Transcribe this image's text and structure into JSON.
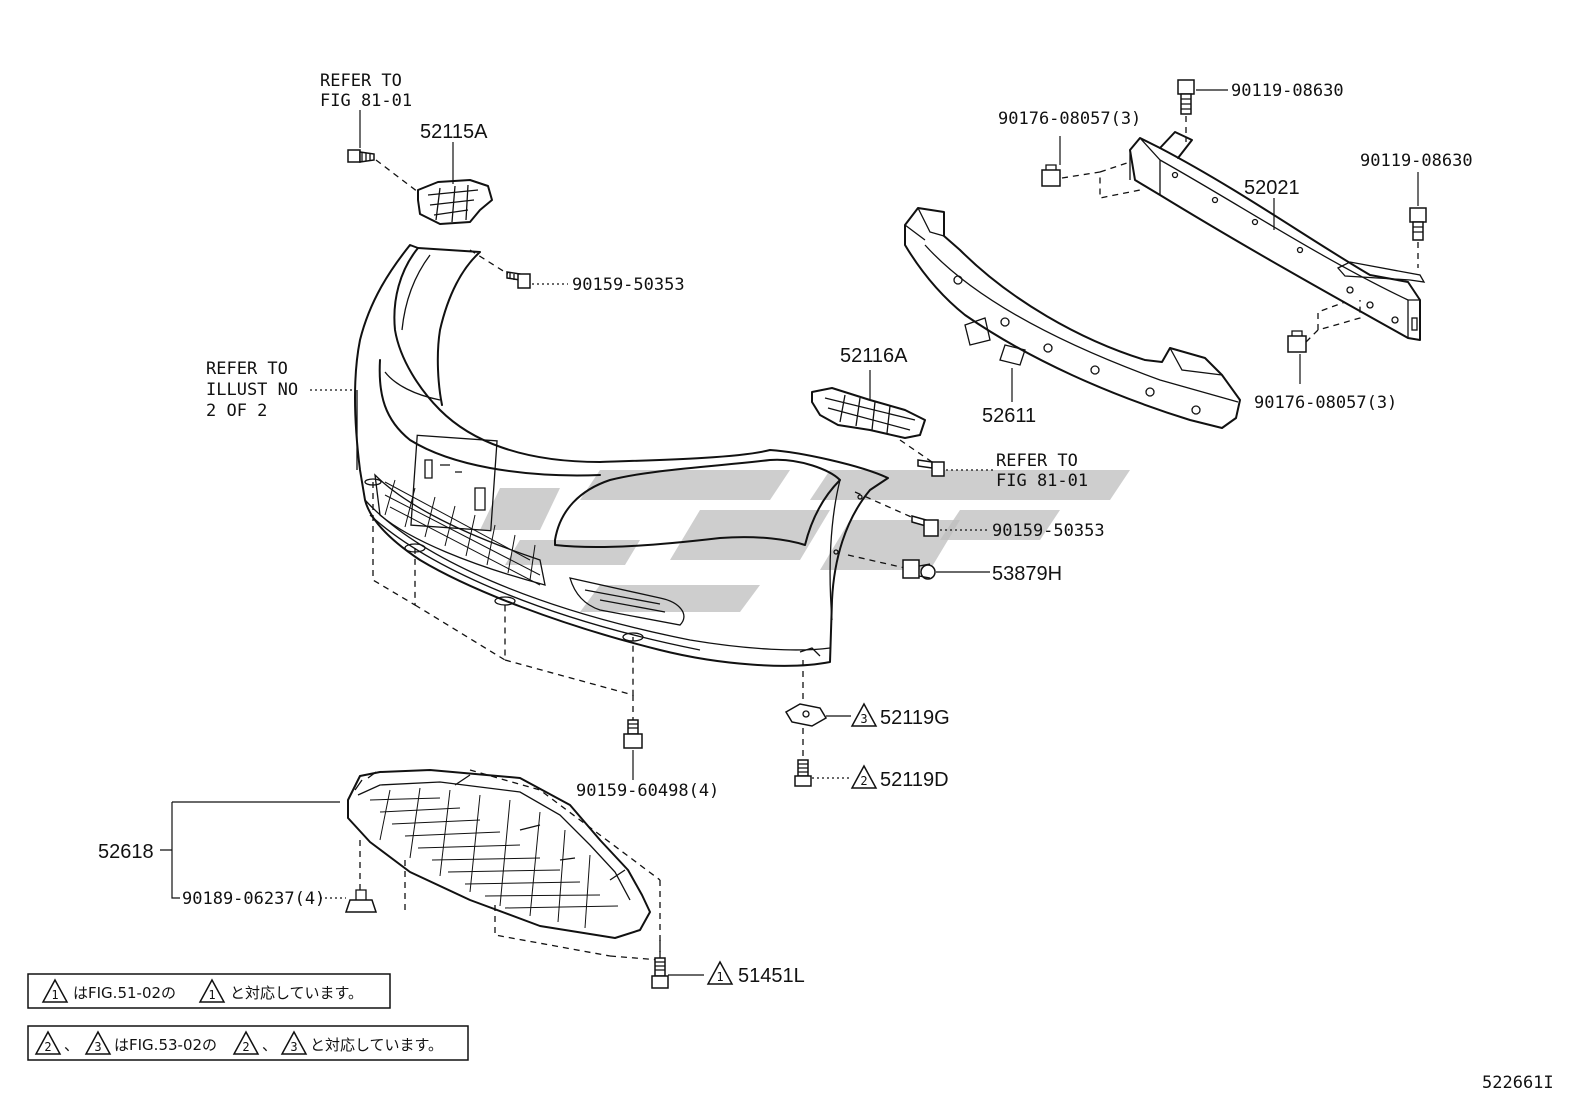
{
  "diagram": {
    "refer_fig_top": [
      "REFER TO",
      "FIG 81-01"
    ],
    "refer_fig_mid": [
      "REFER TO",
      "FIG 81-01"
    ],
    "refer_illust": [
      "REFER TO",
      "ILLUST NO",
      "2 OF 2"
    ],
    "parts": {
      "p52115A": "52115A",
      "p90159_50353_a": "90159-50353",
      "p90159_50353_b": "90159-50353",
      "p52116A": "52116A",
      "p53879H": "53879H",
      "p52119G": "52119G",
      "p52119D": "52119D",
      "p90159_60498": "90159-60498(4)",
      "p52618": "52618",
      "p90189_06237": "90189-06237(4)",
      "p51451L": "51451L",
      "p90119_08630_a": "90119-08630",
      "p90119_08630_b": "90119-08630",
      "p90176_08057_a": "90176-08057(3)",
      "p90176_08057_b": "90176-08057(3)",
      "p52021": "52021",
      "p52611": "52611"
    },
    "markers": {
      "m1": "1",
      "m2": "2",
      "m3": "3"
    },
    "notes": {
      "note1_mid": "はFIG.51-02の",
      "note1_end": "と対応しています。",
      "note2_sep1": "、",
      "note2_mid": "はFIG.53-02の",
      "note2_sep2": "、",
      "note2_end": "と対応しています。"
    },
    "illustration_code": "522661I"
  }
}
